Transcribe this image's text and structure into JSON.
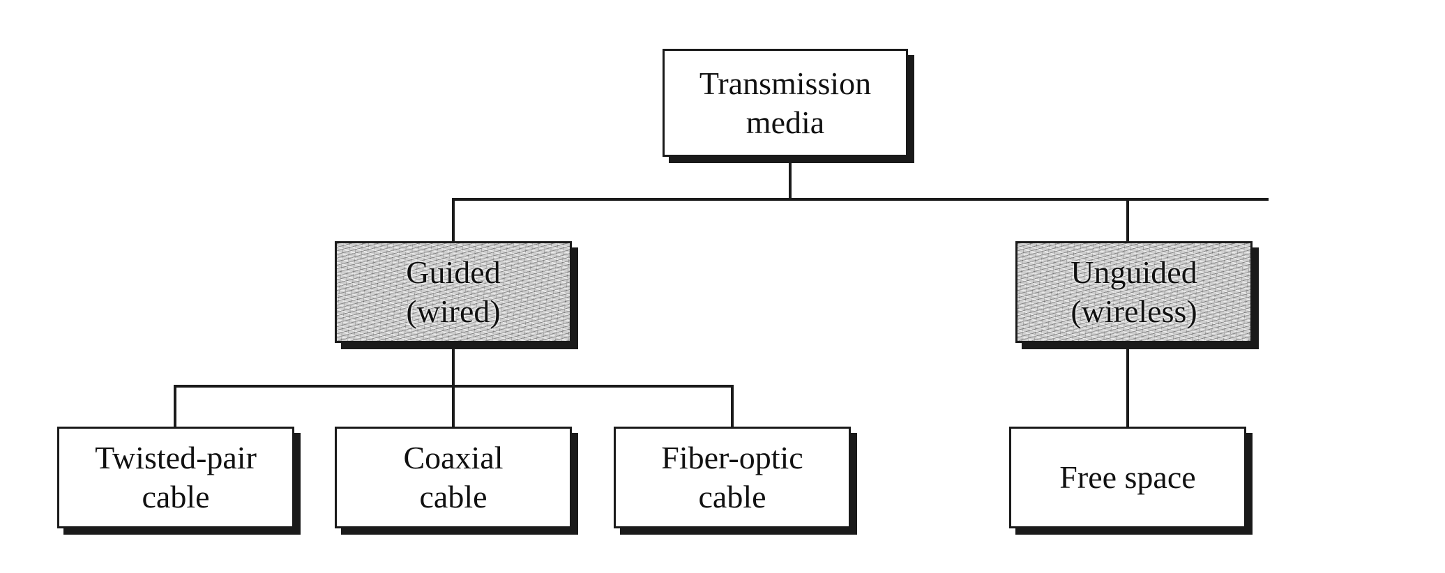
{
  "diagram": {
    "root": {
      "line1": "Transmission",
      "line2": "media"
    },
    "guided": {
      "line1": "Guided",
      "line2": "(wired)"
    },
    "unguided": {
      "line1": "Unguided",
      "line2": "(wireless)"
    },
    "twisted_pair": {
      "line1": "Twisted-pair",
      "line2": "cable"
    },
    "coaxial": {
      "line1": "Coaxial",
      "line2": "cable"
    },
    "fiber_optic": {
      "line1": "Fiber-optic",
      "line2": "cable"
    },
    "free_space": {
      "line1": "Free space"
    }
  },
  "colors": {
    "line": "#1a1a1a",
    "box_fill": "#ffffff",
    "textured_fill": "#cfcfcf"
  }
}
